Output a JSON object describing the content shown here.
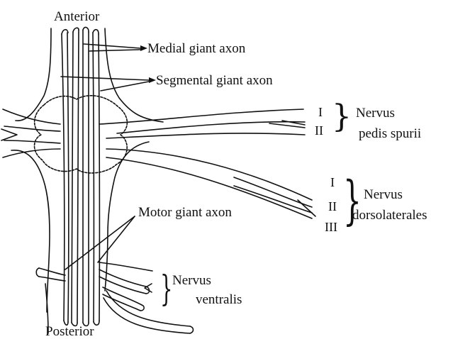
{
  "orientation": {
    "anterior": "Anterior",
    "posterior": "Posterior"
  },
  "axons": {
    "medial": "Medial giant axon",
    "segmental": "Segmental giant axon",
    "motor": "Motor giant axon"
  },
  "nerves": {
    "pedis_spurii": {
      "line1": "Nervus",
      "line2": "pedis spurii",
      "roots": [
        "I",
        "II"
      ]
    },
    "dorsolaterales": {
      "line1": "Nervus",
      "line2": "dorsolaterales",
      "roots": [
        "I",
        "II",
        "III"
      ]
    },
    "ventralis": {
      "line1": "Nervus",
      "line2": "ventralis"
    }
  },
  "colors": {
    "ink": "#111111",
    "paper": "#ffffff"
  }
}
